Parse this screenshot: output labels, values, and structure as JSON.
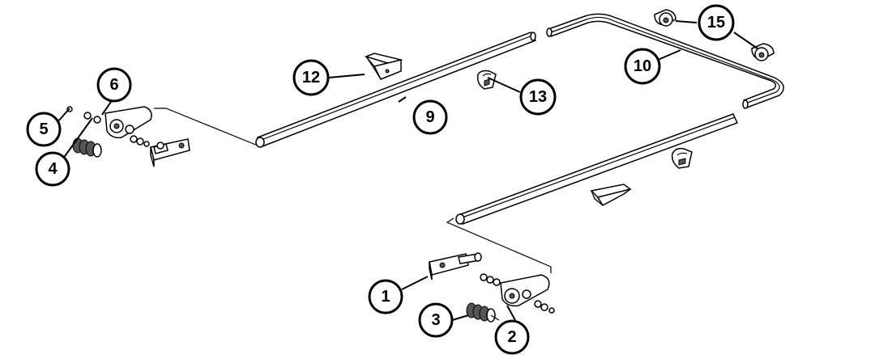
{
  "callouts": {
    "c1": "1",
    "c2": "2",
    "c3": "3",
    "c4": "4",
    "c5": "5",
    "c6": "6",
    "c9": "9",
    "c10": "10",
    "c12": "12",
    "c13": "13",
    "c15": "15"
  }
}
